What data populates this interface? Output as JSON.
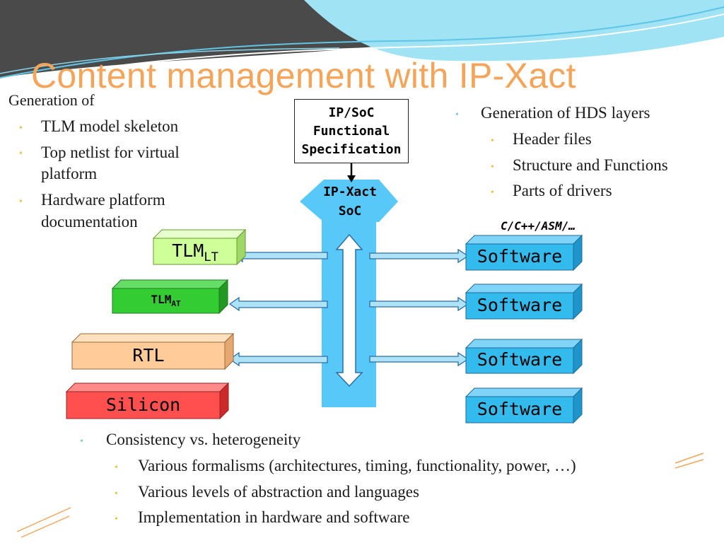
{
  "title": "Content management with  IP-Xact",
  "left_panel": {
    "heading": "Generation of",
    "items": [
      "TLM model skeleton",
      "Top netlist for virtual",
      "platform",
      "Hardware platform",
      "documentation"
    ]
  },
  "right_panel": {
    "heading": "Generation of HDS layers",
    "items": [
      "Header files",
      "Structure and Functions",
      "Parts of drivers"
    ]
  },
  "spec_box": {
    "line1": "IP/SoC",
    "line2": "Functional",
    "line3": "Specification"
  },
  "ipxact": {
    "line1": "IP-Xact",
    "line2": "SoC"
  },
  "c_label": "C/C++/ASM/…",
  "hw_boxes": {
    "tlm_lt": {
      "main": "TLM",
      "sub": "LT"
    },
    "tlm_at": {
      "main": "TLM",
      "sub": "AT"
    },
    "rtl": "RTL",
    "silicon": "Silicon"
  },
  "software_boxes": [
    "Software",
    "Software",
    "Software",
    "Software"
  ],
  "bottom": {
    "heading": "Consistency vs. heterogeneity",
    "items": [
      "Various formalisms (architectures, timing, functionality, power, …)",
      "Various levels of abstraction and languages",
      "Implementation in hardware and software"
    ]
  },
  "colors": {
    "title": "#f5a55a",
    "tlm_lt": "#cfff99",
    "tlm_at": "#33cc33",
    "rtl": "#ffcc99",
    "silicon": "#ff4f4f",
    "software": "#33bbee",
    "ipxact": "#57c8f7"
  }
}
